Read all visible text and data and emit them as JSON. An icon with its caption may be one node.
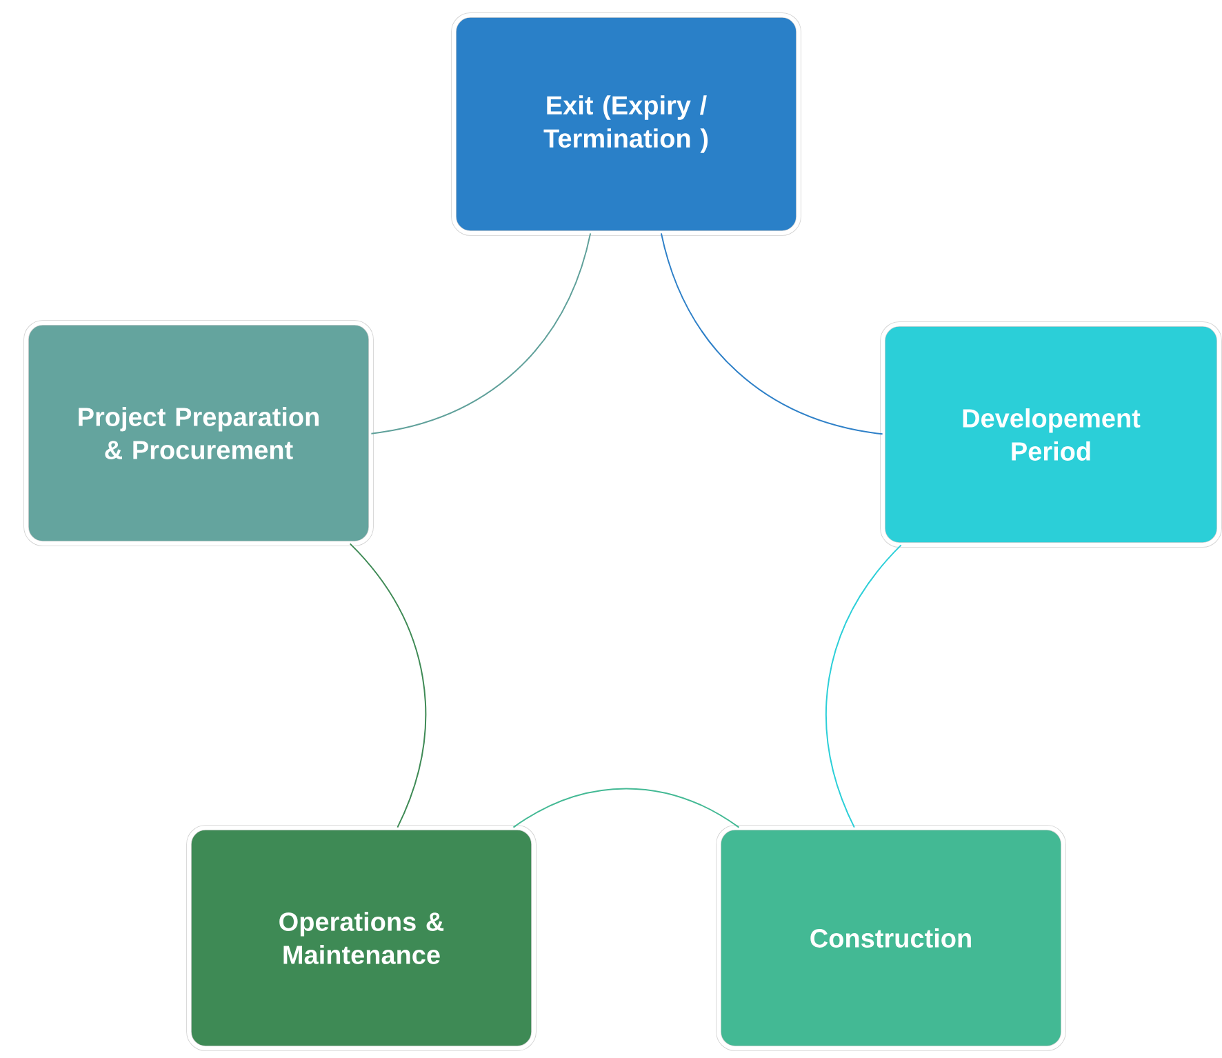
{
  "diagram": {
    "nodes": [
      {
        "text": [
          "Exit (Expiry / Termination )"
        ]
      },
      {
        "text": [
          "Project Preparation & Procurement"
        ]
      },
      {
        "text": [
          "Developement Period"
        ]
      },
      {
        "text": [
          "Operations & Maintenance"
        ]
      },
      {
        "text": [
          "Construction"
        ]
      }
    ],
    "edges": [
      {
        "from": 0,
        "to": 2,
        "arrow": "none",
        "color": "#2e80c8"
      },
      {
        "from": 2,
        "to": 4,
        "arrow": "none",
        "color": "#2ccfd8"
      },
      {
        "from": 4,
        "to": 3,
        "arrow": "none",
        "color": "#43b994"
      },
      {
        "from": 3,
        "to": 1,
        "arrow": "none",
        "color": "#3e8a55"
      },
      {
        "from": 1,
        "to": 0,
        "arrow": "none",
        "color": "#5fa09a"
      }
    ]
  }
}
